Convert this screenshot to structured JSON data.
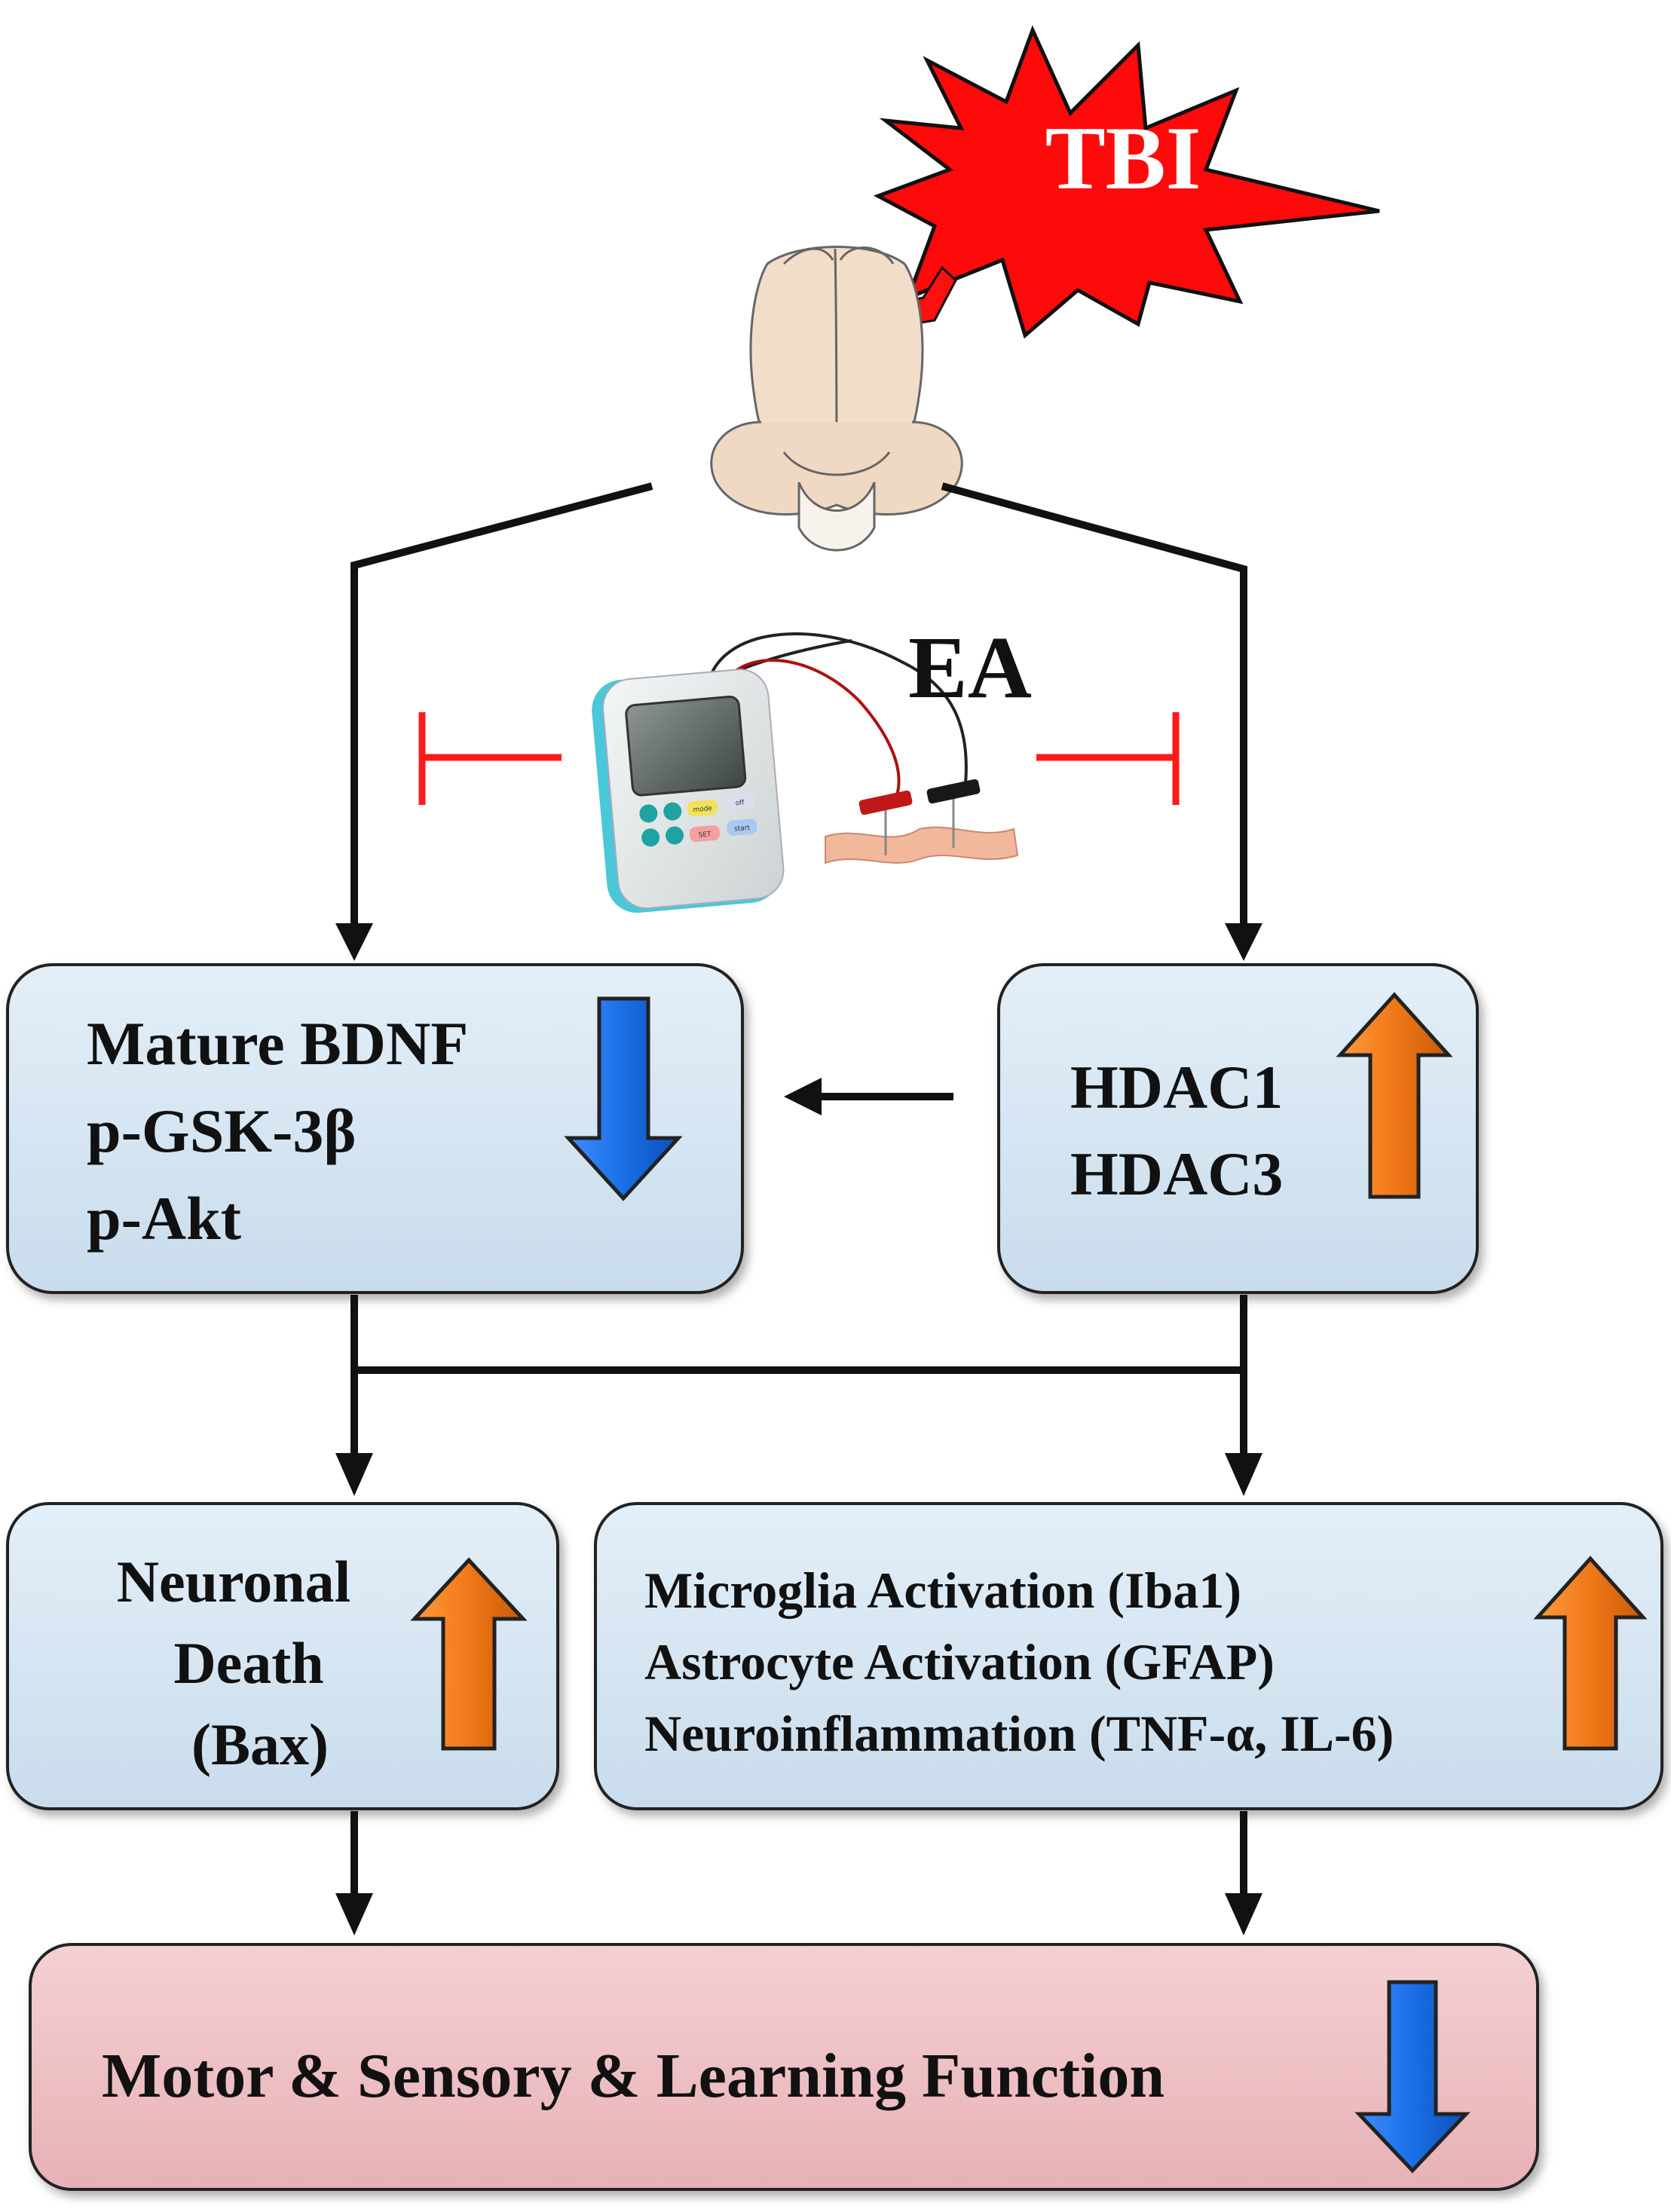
{
  "trigger": {
    "label": "TBI",
    "burst_color": "#ff0a0a",
    "text_color": "#ffffff"
  },
  "treatment": {
    "label": "EA",
    "inhibit_color": "#ff1a1a"
  },
  "boxes": {
    "bdnf": {
      "lines": [
        "Mature BDNF",
        "p-GSK-3β",
        "p-Akt"
      ],
      "trend": "down"
    },
    "hdac": {
      "lines": [
        "HDAC1",
        "HDAC3"
      ],
      "trend": "up"
    },
    "death": {
      "lines": [
        "Neuronal",
        "Death",
        "(Bax)"
      ],
      "trend": "up"
    },
    "inflammation": {
      "lines": [
        "Microglia Activation (Iba1)",
        "Astrocyte Activation (GFAP)",
        "Neuroinflammation (TNF-α, IL-6)"
      ],
      "trend": "up"
    },
    "function": {
      "label": "Motor & Sensory & Learning Function",
      "trend": "down"
    }
  },
  "device_buttons": [
    "mode",
    "off",
    "SET",
    "start"
  ],
  "colors": {
    "blue_box": "#d6e7f3",
    "pink_box": "#efc2c6",
    "up_arrow": "#f07818",
    "down_arrow": "#1a6fe6",
    "line": "#111111"
  }
}
